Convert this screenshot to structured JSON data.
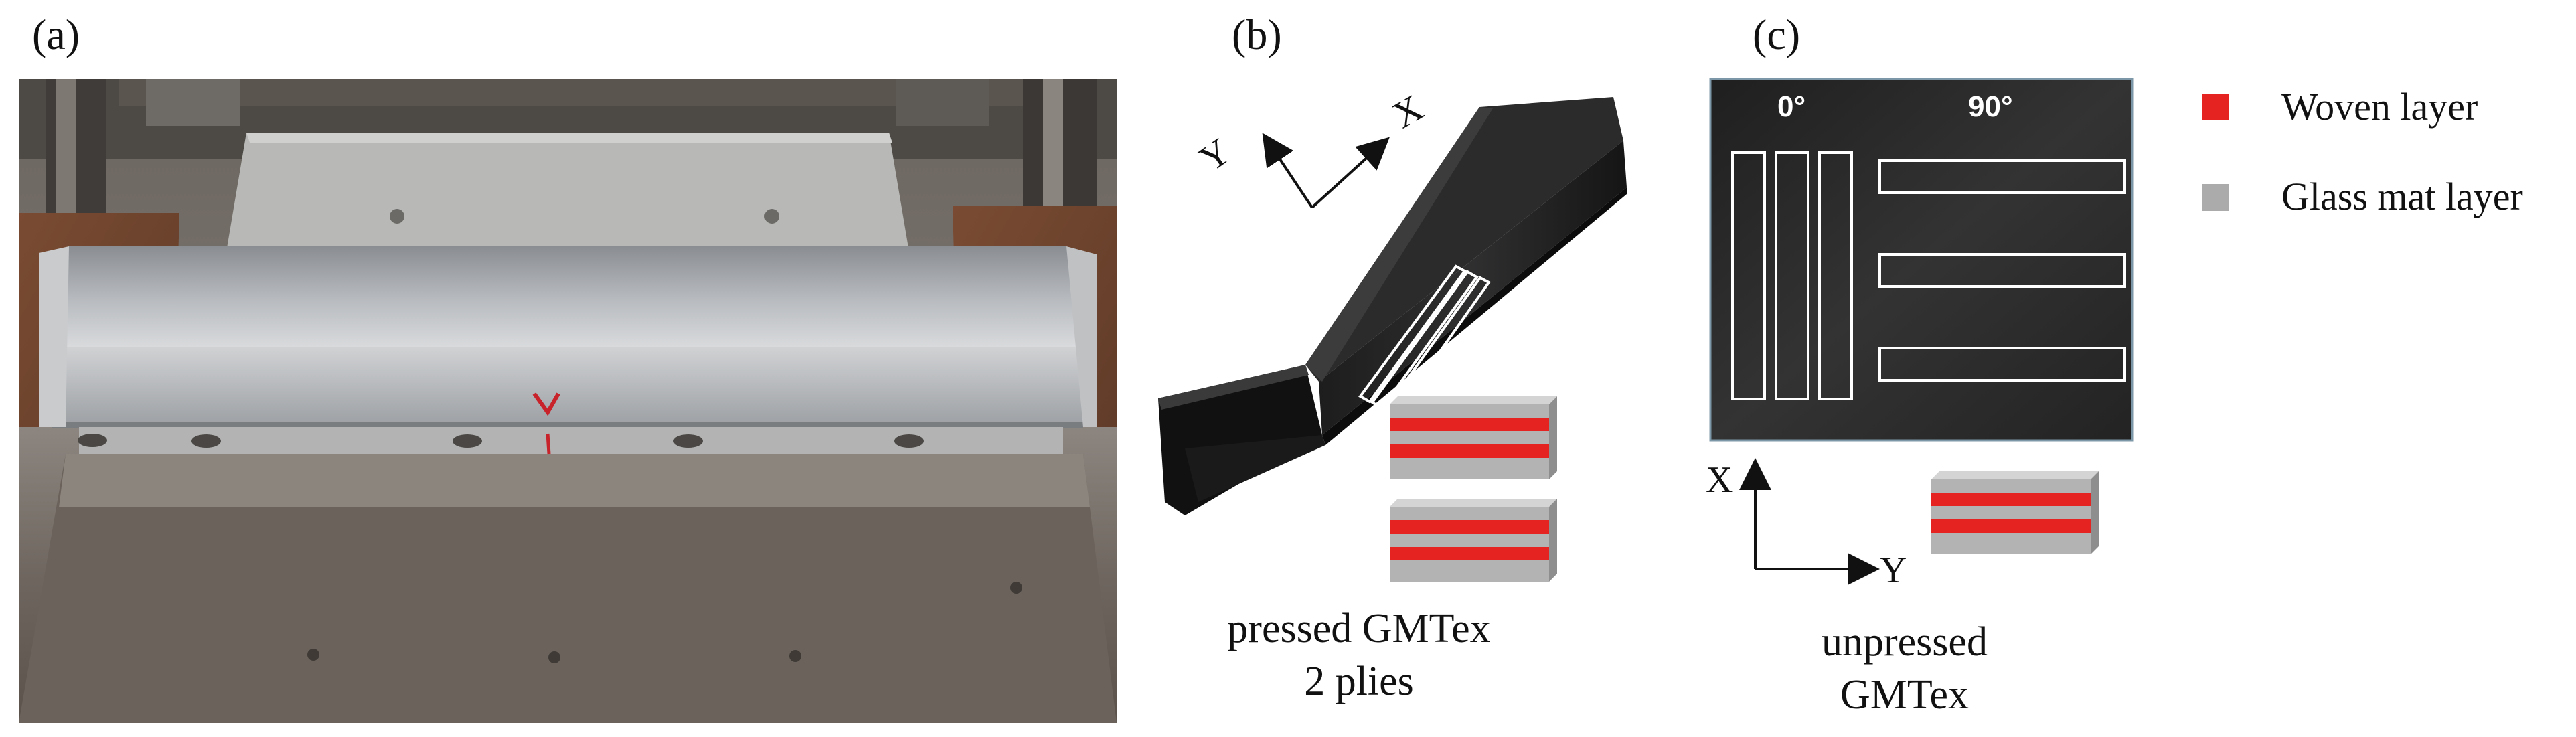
{
  "panels": {
    "a": {
      "label": "(a)"
    },
    "b": {
      "label": "(b)",
      "axis_x": "X",
      "axis_y": "Y",
      "caption_line1": "pressed GMTex",
      "caption_line2": "2 plies"
    },
    "c": {
      "label": "(c)",
      "orientation_0": "0°",
      "orientation_90": "90°",
      "axis_x": "X",
      "axis_y": "Y",
      "caption_line1": "unpressed",
      "caption_line2": "GMTex"
    }
  },
  "legend": {
    "items": [
      {
        "label": "Woven layer",
        "color": "#e52421"
      },
      {
        "label": "Glass mat layer",
        "color": "#ababab"
      }
    ]
  },
  "colors": {
    "woven": "#e52421",
    "glass_mat": "#b3b3b3",
    "glass_mat_shadow": "#8e8e8e"
  }
}
